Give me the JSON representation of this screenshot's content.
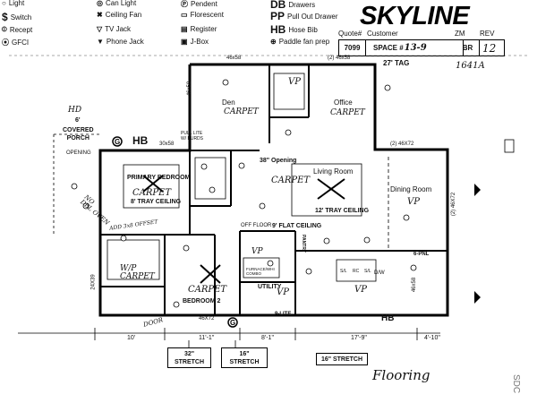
{
  "legend": {
    "col1": [
      {
        "symbol": "○",
        "label": "Light",
        "icon": "light-icon"
      },
      {
        "symbol": "$",
        "label": "Switch",
        "icon": "switch-icon"
      },
      {
        "symbol": "⦶",
        "label": "Recept",
        "icon": "recept-icon"
      },
      {
        "symbol": "⦿",
        "label": "GFCI",
        "icon": "gfci-icon"
      }
    ],
    "col2": [
      {
        "symbol": "◎",
        "label": "Can Light",
        "icon": "can-light-icon"
      },
      {
        "symbol": "✖",
        "label": "Ceiling Fan",
        "icon": "ceiling-fan-icon"
      },
      {
        "symbol": "▽",
        "label": "TV Jack",
        "icon": "tv-jack-icon"
      },
      {
        "symbol": "▼",
        "label": "Phone Jack",
        "icon": "phone-jack-icon"
      }
    ],
    "col3": [
      {
        "symbol": "Ⓟ",
        "label": "Pendent",
        "icon": "pendent-icon"
      },
      {
        "symbol": "▭",
        "label": "Florescent",
        "icon": "florescent-icon"
      },
      {
        "symbol": "▤",
        "label": "Register",
        "icon": "register-icon"
      },
      {
        "symbol": "▣",
        "label": "J-Box",
        "icon": "j-box-icon"
      }
    ],
    "col4": [
      {
        "symbol": "DB",
        "label": "Drawers",
        "icon": "drawers-icon"
      },
      {
        "symbol": "PP",
        "label": "Pull Out Drawer",
        "icon": "pull-out-drawer-icon"
      },
      {
        "symbol": "HB",
        "label": "Hose Bib",
        "icon": "hose-bib-icon"
      },
      {
        "symbol": "⊕",
        "label": "Paddle fan prep",
        "icon": "paddle-fan-prep-icon"
      }
    ]
  },
  "brand": "SKYLINE",
  "header_fields": {
    "quote_label": "Quote#",
    "customer_label": "Customer",
    "zm_label": "ZM",
    "rev_label": "REV",
    "quote_value": "7099",
    "space_value": "SPACE #",
    "space_hand": "13-9",
    "br_value": "BR",
    "rev_hand": "12"
  },
  "tag": "27' TAG",
  "model_hand": "1641A",
  "rooms": {
    "den": "Den",
    "office": "Office",
    "living": "Living Room",
    "dining": "Dining Room",
    "primary": "PRIMARY BEDROOM",
    "bedroom2": "BEDROOM 2",
    "utility": "UTILITY",
    "porch": "COVERED\nPORCH",
    "porch_size": "6'",
    "porch_hd": "HD"
  },
  "notes": {
    "tray8": "8' TRAY CEILING",
    "tray12": "12' TRAY CEILING",
    "flat": "9' FLAT CEILING",
    "opening38": "38\" Opening",
    "opening": "OPENING",
    "pull_lite": "PULL LITE\nW/ BURDS",
    "hb1": "HB",
    "hb2": "HB",
    "pantry": "PANTRY",
    "dw": "D/W",
    "six_pnl": "6-PNL",
    "nine_lite": "9-LITE",
    "furnace": "FURNACE/WHI\nCOMBO",
    "off_floor": "OFF FLOOR",
    "win1": "46x58",
    "win2": "46x58",
    "win3": "(2) 46x58",
    "win4": "(2) 46X72",
    "win5": "30x58",
    "win6": "46X72",
    "win7": "46x58",
    "win8": "(2) 46X72",
    "win9": "24X39",
    "sl1": "S/L",
    "sl2": "RC",
    "sl3": "S/L"
  },
  "handwritten": {
    "carpet_den": "CARPET",
    "carpet_office": "CARPET",
    "carpet_living": "CARPET",
    "carpet_primary": "CARPET",
    "carpet_bed2": "CARPET",
    "vp_den": "VP",
    "vp_dining": "VP",
    "vp_kitchen": "VP",
    "vp_utility": "VP",
    "vp_bath": "VP",
    "wip_carpet": "W/P\nCARPET",
    "no_oven": "NO\nDBL OVEN",
    "add_offset": "ADD 3x8 OFFSET",
    "flooring": "Flooring",
    "door": "DOOR"
  },
  "dimensions": {
    "d1": "10'",
    "d2": "11'-1\"",
    "d3": "8'-1\"",
    "d4": "17'-9\"",
    "d5": "4'-10\""
  },
  "stretch": {
    "s1_top": "32\"",
    "s1_bottom": "STRETCH",
    "s2_top": "16\"",
    "s2_bottom": "STRETCH",
    "s3": "16\" STRETCH"
  },
  "edge_code": "SDC"
}
